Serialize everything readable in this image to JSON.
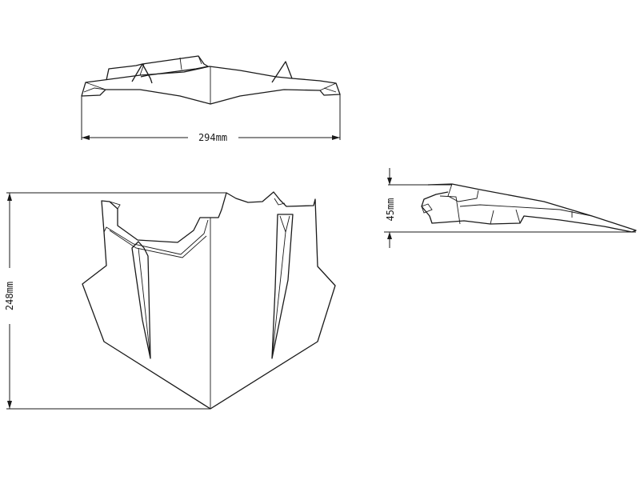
{
  "dimensions": {
    "width_label": "294mm",
    "height_label": "248mm",
    "depth_label": "45mm"
  },
  "colors": {
    "line": "#1a1a1a",
    "background": "#ffffff"
  }
}
